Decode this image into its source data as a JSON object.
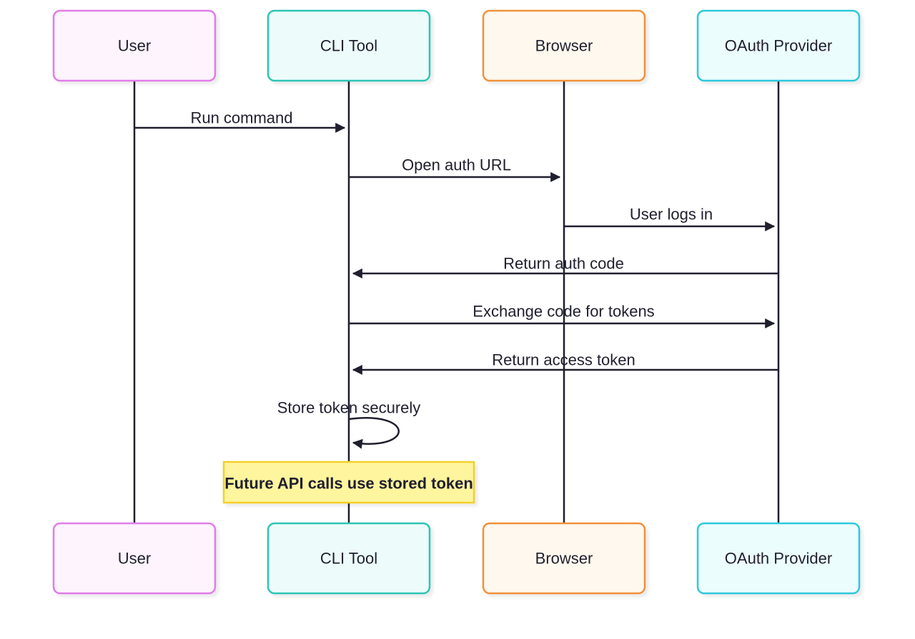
{
  "participants": [
    {
      "id": "user",
      "label": "User",
      "border": "#e07be8",
      "fill": "#fdf4fe"
    },
    {
      "id": "cli",
      "label": "CLI Tool",
      "border": "#2ec4b6",
      "fill": "#edfcfb"
    },
    {
      "id": "browser",
      "label": "Browser",
      "border": "#f0913a",
      "fill": "#fff8ee"
    },
    {
      "id": "oauth",
      "label": "OAuth Provider",
      "border": "#2ec8dc",
      "fill": "#ecfdfe"
    }
  ],
  "messages": [
    {
      "from": "user",
      "to": "cli",
      "label": "Run command"
    },
    {
      "from": "cli",
      "to": "browser",
      "label": "Open auth URL"
    },
    {
      "from": "browser",
      "to": "oauth",
      "label": "User logs in"
    },
    {
      "from": "oauth",
      "to": "cli",
      "label": "Return auth code"
    },
    {
      "from": "cli",
      "to": "oauth",
      "label": "Exchange code for tokens"
    },
    {
      "from": "oauth",
      "to": "cli",
      "label": "Return access token"
    },
    {
      "from": "cli",
      "to": "cli",
      "label": "Store token securely"
    }
  ],
  "note": {
    "over": "cli",
    "label": "Future API calls use stored token",
    "border": "#f2d02b",
    "fill": "#fff59e"
  },
  "colors": {
    "line": "#1f1f2e"
  }
}
